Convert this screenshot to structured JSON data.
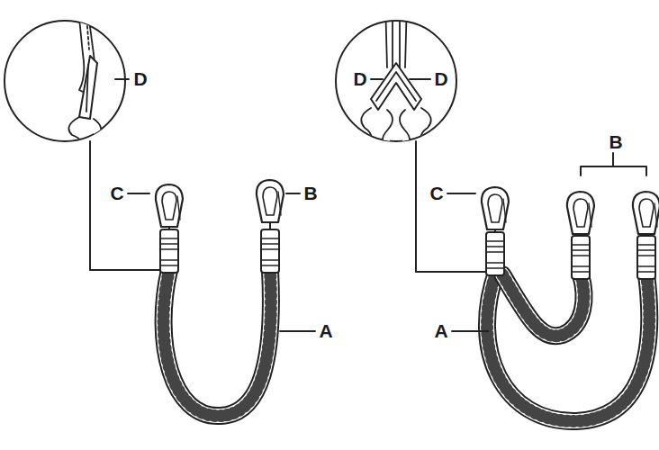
{
  "diagram": {
    "labels": [
      "D",
      "D",
      "D",
      "B",
      "C",
      "B",
      "C",
      "A",
      "A"
    ]
  }
}
